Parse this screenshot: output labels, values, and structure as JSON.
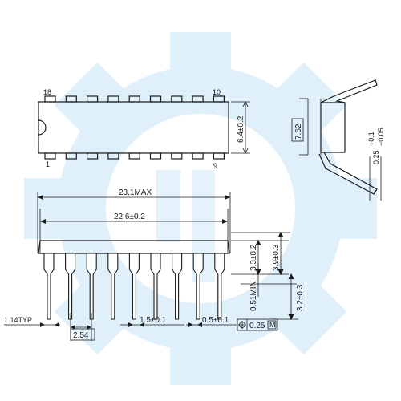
{
  "watermark": {
    "color": "#dff0fa",
    "icon": "gear-icon"
  },
  "top_view": {
    "pin_first_top": "18",
    "pin_last_top": "10",
    "pin_first_bottom": "1",
    "pin_last_bottom": "9",
    "width_label": "6.4±0.2"
  },
  "side_view": {
    "row_spacing_label": "7.62",
    "lead_thickness_label": "0.25",
    "lead_tol_upper": "+0.1",
    "lead_tol_lower": "−0.05"
  },
  "front_view": {
    "overall_length_label": "23.1MAX",
    "body_length_label": "22.6±0.2",
    "body_height_label": "3.3±0.2",
    "total_height_label": "3.9±0.3",
    "standoff_label": "0.51MIN",
    "lead_length_label": "3.2±0.3",
    "end_lead_label": "1.14TYP",
    "pitch_label": "2.54",
    "shoulder_width_label": "1.5±0.1",
    "lead_width_label": "0.5±0.1",
    "tolerance_frame": {
      "symbol": "position-icon",
      "value": "0.25",
      "modifier": "M"
    }
  }
}
